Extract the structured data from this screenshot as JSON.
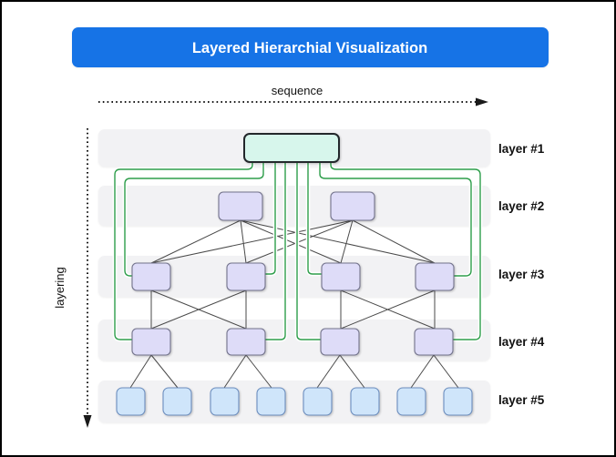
{
  "title": {
    "text": "Layered Hierarchial Visualization"
  },
  "axis_labels": {
    "horizontal": "sequence",
    "vertical": "layering"
  },
  "layers": [
    {
      "label": "layer #1",
      "node_count": 1,
      "node_kind": "root"
    },
    {
      "label": "layer #2",
      "node_count": 2,
      "node_kind": "mid"
    },
    {
      "label": "layer #3",
      "node_count": 4,
      "node_kind": "mid"
    },
    {
      "label": "layer #4",
      "node_count": 4,
      "node_kind": "mid"
    },
    {
      "label": "layer #5",
      "node_count": 8,
      "node_kind": "leaf"
    }
  ],
  "colors": {
    "title_bg": "#1673e6",
    "title_text": "#ffffff",
    "band_bg": "#f2f2f4",
    "root_node_fill": "#d7f6ec",
    "root_node_border": "#23272b",
    "mid_node_fill": "#dedcf8",
    "mid_node_border": "#73738c",
    "leaf_node_fill": "#cfe5fa",
    "leaf_node_border": "#6c8ebf",
    "green_edge": "#2e9e4b",
    "dark_edge": "#4a4a4a",
    "arrow_color": "#1a1a1a"
  }
}
